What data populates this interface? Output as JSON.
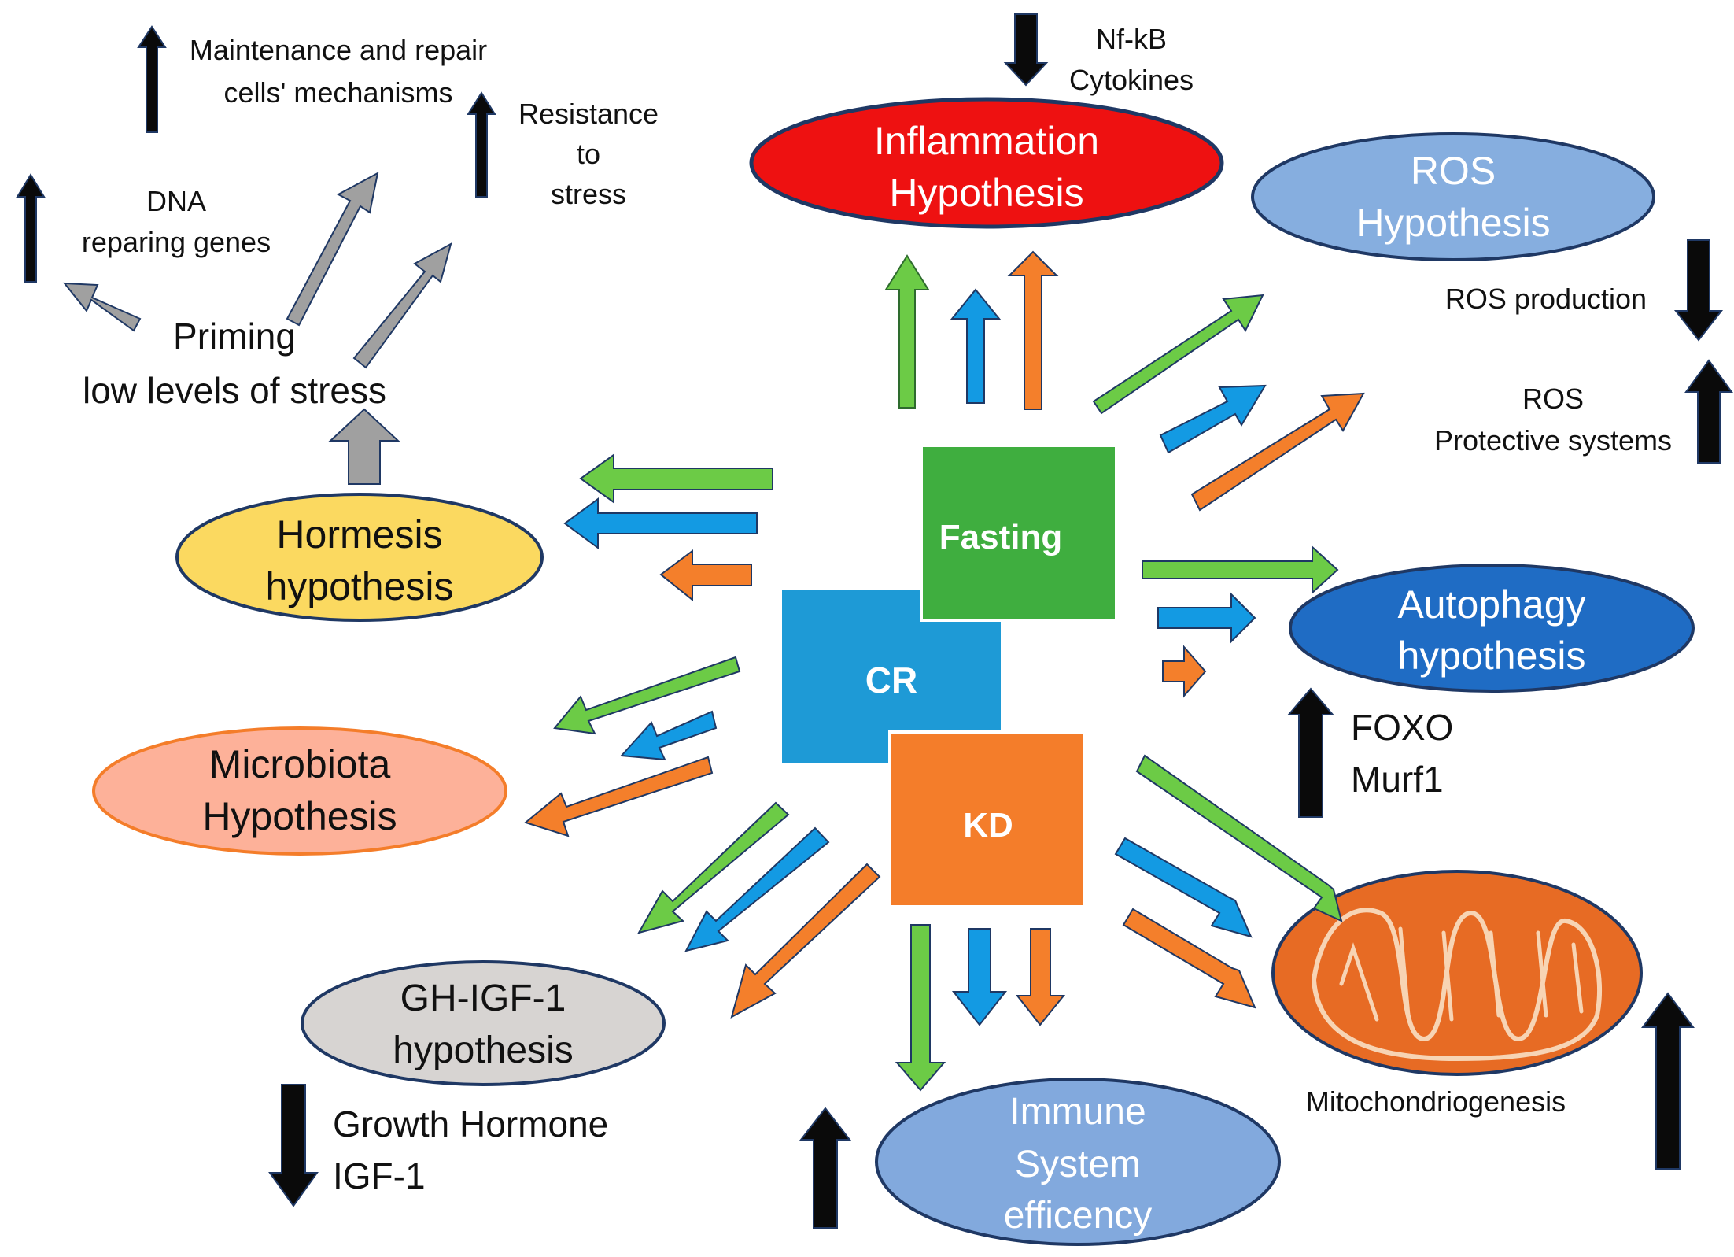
{
  "center": {
    "fasting": "Fasting",
    "cr": "CR",
    "kd": "KD"
  },
  "hypotheses": {
    "inflammation": {
      "line1": "Inflammation",
      "line2": "Hypothesis"
    },
    "ros": {
      "line1": "ROS",
      "line2": "Hypothesis"
    },
    "hormesis": {
      "line1": "Hormesis",
      "line2": "hypothesis"
    },
    "autophagy": {
      "line1": "Autophagy",
      "line2": "hypothesis"
    },
    "microbiota": {
      "line1": "Microbiota",
      "line2": "Hypothesis"
    },
    "ghigf": {
      "line1": "GH-IGF-1",
      "line2": "hypothesis"
    },
    "immune": {
      "line1": "Immune",
      "line2": "System",
      "line3": "efficency"
    }
  },
  "annotations": {
    "nfkb": "Nf-kB",
    "cytokines": "Cytokines",
    "ros_production": "ROS production",
    "ros_protective_1": "ROS",
    "ros_protective_2": "Protective systems",
    "foxo": "FOXO",
    "murf1": "Murf1",
    "growth_hormone": "Growth Hormone",
    "igf1": "IGF-1",
    "mitochondriogenesis": "Mitochondriogenesis",
    "maintenance_1": "Maintenance and repair",
    "maintenance_2": "cells' mechanisms",
    "resistance_1": "Resistance",
    "resistance_2": "to",
    "resistance_3": "stress",
    "dna_1": "DNA",
    "dna_2": "reparing genes",
    "priming_1": "Priming",
    "priming_2": "low levels of stress"
  },
  "colors": {
    "fasting_green": "#3fae3f",
    "cr_blue": "#1e9ad6",
    "kd_orange": "#f47d2a",
    "arrow_green": "#6ccb46",
    "arrow_blue": "#139ae3",
    "arrow_orange": "#f47f2b",
    "arrow_grey": "#a0a0a0",
    "inflammation_red": "#ee1111",
    "ros_lightblue": "#86aedf",
    "hormesis_yellow": "#fbd960",
    "autophagy_blue": "#1f6cc4",
    "microbiota_salmon": "#fdb199",
    "ghigf_grey": "#d7d4d2",
    "immune_blue": "#82a9dd",
    "mito_orange": "#e76b24",
    "regulation_black": "#0a0a0a"
  }
}
